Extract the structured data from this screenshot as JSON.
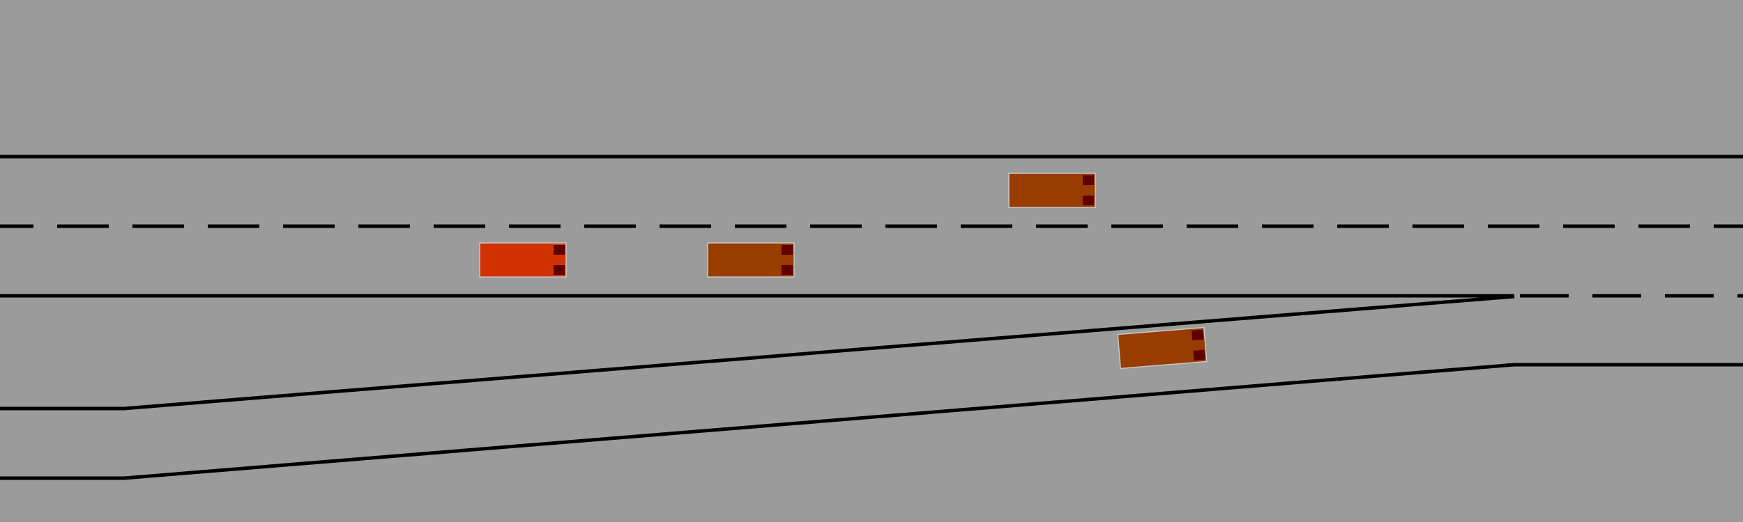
{
  "scene": {
    "type": "highway-merge-simulation",
    "colors": {
      "ground": "#9b9b9b",
      "road_line": "#000000",
      "ego_vehicle": "#d13200",
      "other_vehicle": "#983c00",
      "tail_light": "#5e0000",
      "vehicle_outline": "#c8c8c8"
    },
    "lanes": [
      {
        "id": "main-left",
        "marking_left": "solid",
        "marking_right": "dashed"
      },
      {
        "id": "main-right",
        "marking_left": "dashed",
        "marking_right": "solid-then-dashed"
      },
      {
        "id": "on-ramp",
        "marking_left": "solid",
        "marking_right": "solid",
        "merges_into": "main-right"
      }
    ],
    "vehicles": [
      {
        "id": "ego",
        "role": "ego",
        "lane": "main-right",
        "heading": "east"
      },
      {
        "id": "car-a",
        "role": "other",
        "lane": "main-right",
        "heading": "east"
      },
      {
        "id": "car-b",
        "role": "other",
        "lane": "main-left",
        "heading": "east"
      },
      {
        "id": "car-c",
        "role": "other",
        "lane": "on-ramp",
        "heading": "east-northeast"
      }
    ]
  }
}
